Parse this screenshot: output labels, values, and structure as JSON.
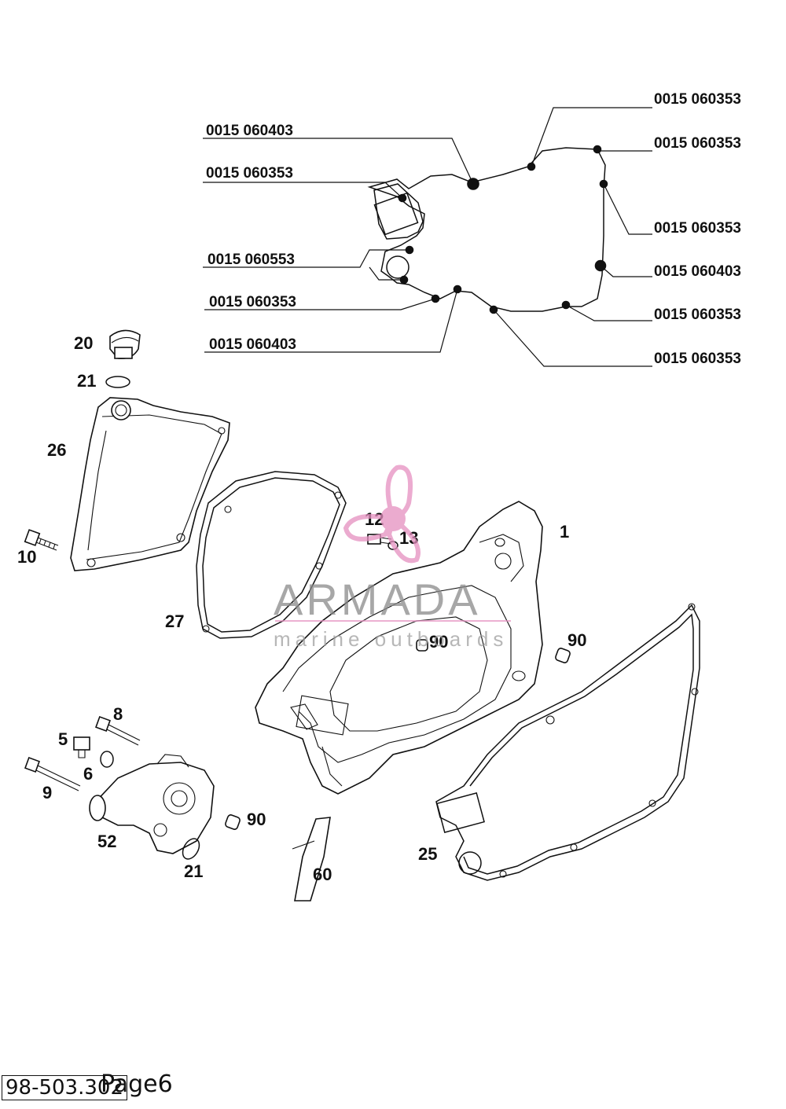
{
  "callouts": [
    "0015 060353",
    "0015 060403",
    "0015 060353",
    "0015 060353",
    "0015 060353",
    "0015 060553",
    "0015 060403",
    "0015 060353",
    "0015 060353",
    "0015 060403",
    "0015 060353"
  ],
  "part_numbers": {
    "p1": "1",
    "p5": "5",
    "p6": "6",
    "p8": "8",
    "p9": "9",
    "p10": "10",
    "p12": "12",
    "p13": "13",
    "p20": "20",
    "p21a": "21",
    "p21b": "21",
    "p25": "25",
    "p26": "26",
    "p27": "27",
    "p52": "52",
    "p60": "60",
    "p90a": "90",
    "p90b": "90",
    "p90c": "90"
  },
  "watermark": {
    "brand": "ARMADA",
    "tagline": "marine outboards"
  },
  "footer": {
    "code": "98-503.302",
    "page": "Page6"
  },
  "colors": {
    "ink": "#111111",
    "watermark_pink": "#e58fc0"
  }
}
